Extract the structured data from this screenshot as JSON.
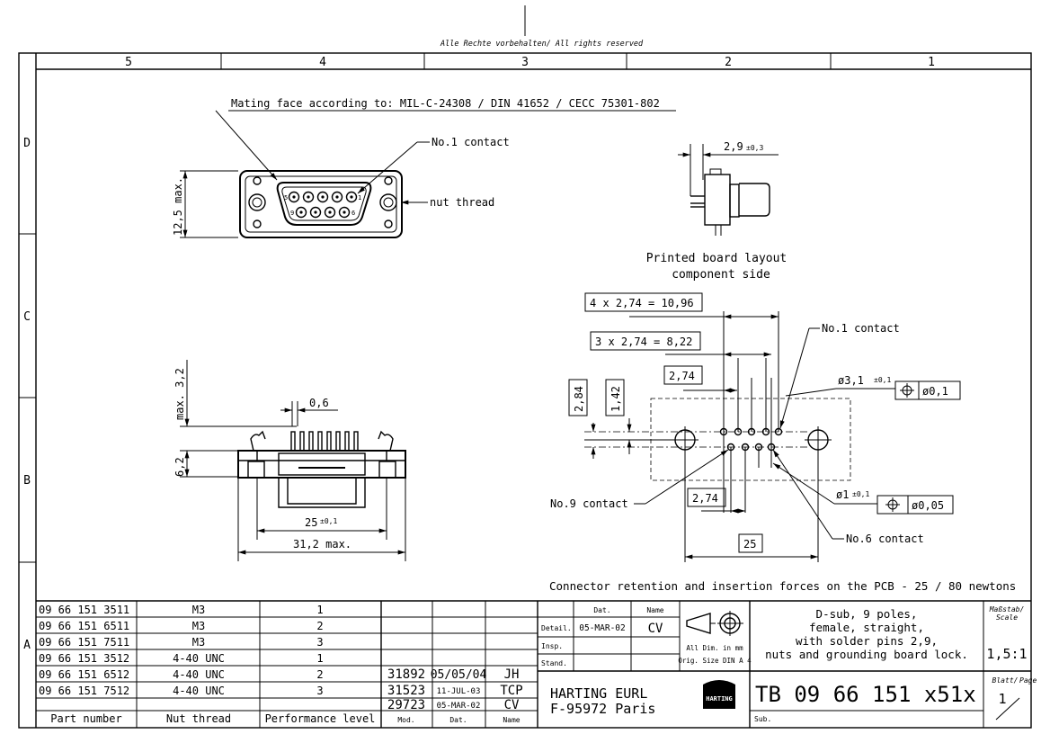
{
  "header": {
    "rights": "Alle Rechte vorbehalten/ All rights reserved",
    "columns": [
      "5",
      "4",
      "3",
      "2",
      "1"
    ],
    "rows": [
      "D",
      "C",
      "B",
      "A"
    ]
  },
  "drawing": {
    "mating_face": "Mating face according to: MIL-C-24308 / DIN 41652 / CECC 75301-802",
    "no1_contact": "No.1 contact",
    "nut_thread": "nut thread",
    "height_dim": "12,5 max.",
    "pin_num_5": "5",
    "pin_num_1": "1",
    "pin_num_9": "9",
    "pin_num_6": "6",
    "side_dim": "2,9",
    "side_tol": "±0,3",
    "pcb_title_1": "Printed board layout",
    "pcb_title_2": "component side",
    "dim_4x": "4 x 2,74 = 10,96",
    "dim_3x": "3 x 2,74 = 8,22",
    "dim_274_top": "2,74",
    "dim_274_bottom": "2,74",
    "dim_284": "2,84",
    "dim_142": "1,42",
    "dim_25": "25",
    "hole_big": "ø3,1",
    "hole_big_tol": "±0,1",
    "hole_big_pos": "ø0,1",
    "hole_small": "ø1",
    "hole_small_tol": "±0,1",
    "hole_small_pos": "ø0,05",
    "pcb_no1": "No.1 contact",
    "pcb_no9": "No.9 contact",
    "pcb_no6": "No.6 contact",
    "front_max": "max. 3,2",
    "front_06": "0,6",
    "front_62": "6,2",
    "front_25": "25",
    "front_25_tol": "±0,1",
    "front_312": "31,2 max.",
    "retention": "Connector retention and insertion forces on the PCB - 25 / 80 newtons"
  },
  "parts_table": {
    "headers": [
      "Part number",
      "Nut thread",
      "Performance level"
    ],
    "rows": [
      [
        "09 66 151 3511",
        "M3",
        "1"
      ],
      [
        "09 66 151 6511",
        "M3",
        "2"
      ],
      [
        "09 66 151 7511",
        "M3",
        "3"
      ],
      [
        "09 66 151 3512",
        "4-40 UNC",
        "1"
      ],
      [
        "09 66 151 6512",
        "4-40 UNC",
        "2"
      ],
      [
        "09 66 151 7512",
        "4-40 UNC",
        "3"
      ]
    ]
  },
  "revisions": {
    "headers": [
      "Mod.",
      "Dat.",
      "Name"
    ],
    "rows": [
      [
        "31892",
        "05/05/04",
        "JH"
      ],
      [
        "31523",
        "11-JUL-03",
        "TCP"
      ],
      [
        "29723",
        "05-MAR-02",
        "CV"
      ]
    ]
  },
  "approval": {
    "dat_label": "Dat.",
    "name_label": "Name",
    "detail_label": "Detail.",
    "detail_date": "05-MAR-02",
    "detail_name": "CV",
    "insp_label": "Insp.",
    "stand_label": "Stand."
  },
  "company": {
    "name_1": "HARTING EURL",
    "name_2": "F-95972 Paris",
    "logo_text": "HARTING"
  },
  "info": {
    "dims_note": "All Dim. in mm",
    "orig_size": "Orig. Size DIN A 4",
    "description": [
      "D-sub, 9 poles,",
      "female, straight,",
      "with solder pins 2,9,",
      "nuts and grounding board lock."
    ],
    "scale_label_1": "Maßstab/",
    "scale_label_2": "Scale",
    "scale_value": "1,5:1",
    "sheet_label_1": "Blatt/",
    "sheet_label_2": "Page",
    "sheet_value": "1",
    "drawing_number": "TB 09 66 151 x51x",
    "sub_label": "Sub."
  }
}
